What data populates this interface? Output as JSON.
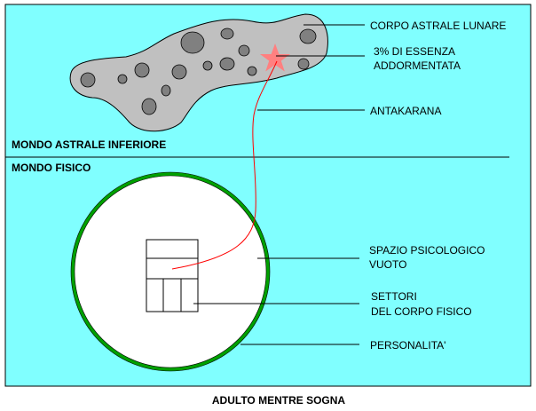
{
  "zones": {
    "upper": "MONDO ASTRALE INFERIORE",
    "lower": "MONDO FISICO"
  },
  "labels": {
    "corpo_astrale": "CORPO ASTRALE LUNARE",
    "essenza_line1": "3% DI ESSENZA",
    "essenza_line2": "ADDORMENTATA",
    "antakarana": "ANTAKARANA",
    "spazio_line1": "SPAZIO PSICOLOGICO",
    "spazio_line2": "VUOTO",
    "settori_line1": "SETTORI",
    "settori_line2": "DEL CORPO FISICO",
    "personalita": "PERSONALITA'"
  },
  "caption": "ADULTO MENTRE SOGNA",
  "colors": {
    "background": "#80ffff",
    "astral_body": "#c0c0c0",
    "spots": "#808080",
    "star": "#ff8080",
    "thread": "#ff0000",
    "personality_ring": "#00a000"
  }
}
